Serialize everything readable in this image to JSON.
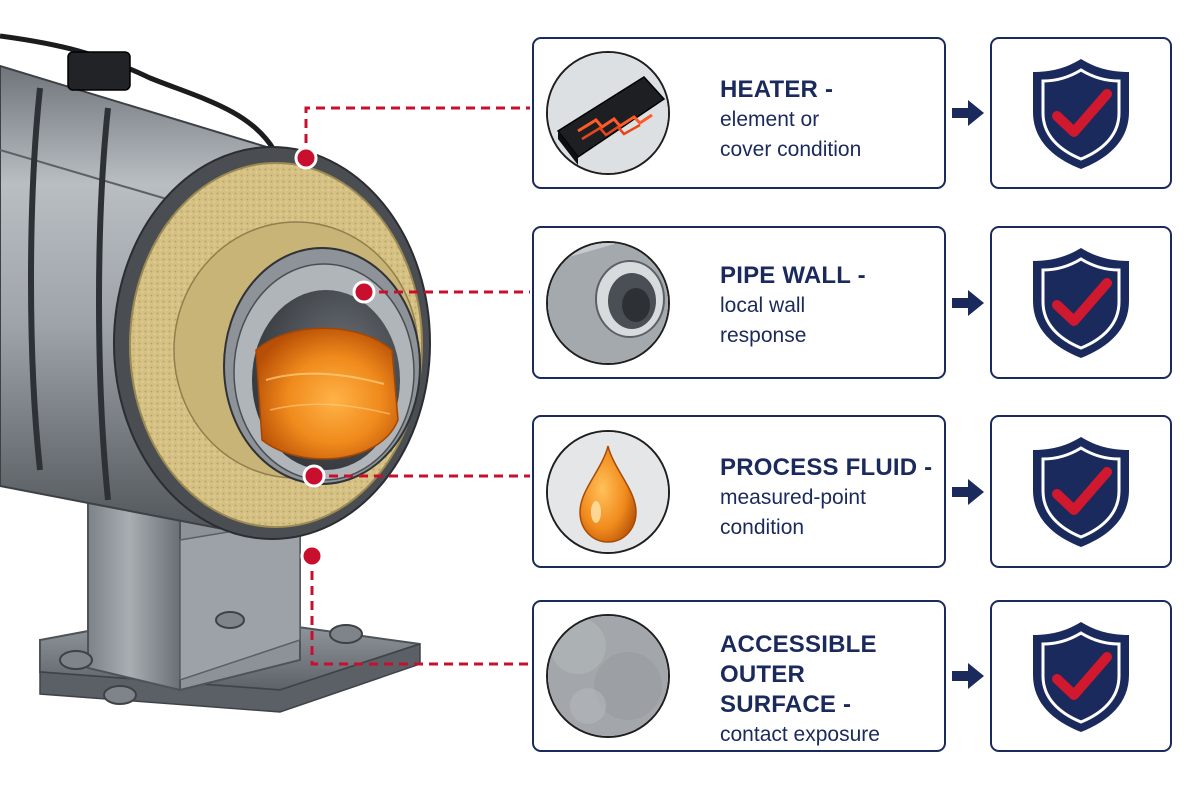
{
  "colors": {
    "navy": "#1b2a5c",
    "callout_red": "#c8102e",
    "check_red": "#d0182f",
    "fluid_orange": "#f08a1c",
    "insulation": "#d6c184",
    "steel": "#8a8f95"
  },
  "components": [
    {
      "id": "heater",
      "title": "HEATER -",
      "description_lines": [
        "element or",
        "cover condition"
      ],
      "thumbnail_icon": "heater-element-icon",
      "status_icon": "shield-check-icon"
    },
    {
      "id": "pipe-wall",
      "title": "PIPE WALL -",
      "description_lines": [
        "local wall",
        "response"
      ],
      "thumbnail_icon": "pipe-section-icon",
      "status_icon": "shield-check-icon"
    },
    {
      "id": "process-fluid",
      "title": "PROCESS FLUID -",
      "description_lines": [
        "measured-point",
        "condition"
      ],
      "thumbnail_icon": "fluid-drop-icon",
      "status_icon": "shield-check-icon"
    },
    {
      "id": "outer-surface",
      "title_lines": [
        "ACCESSIBLE OUTER",
        "SURFACE -"
      ],
      "description_lines": [
        "contact exposure"
      ],
      "thumbnail_icon": "metal-surface-icon",
      "status_icon": "shield-check-icon"
    }
  ]
}
